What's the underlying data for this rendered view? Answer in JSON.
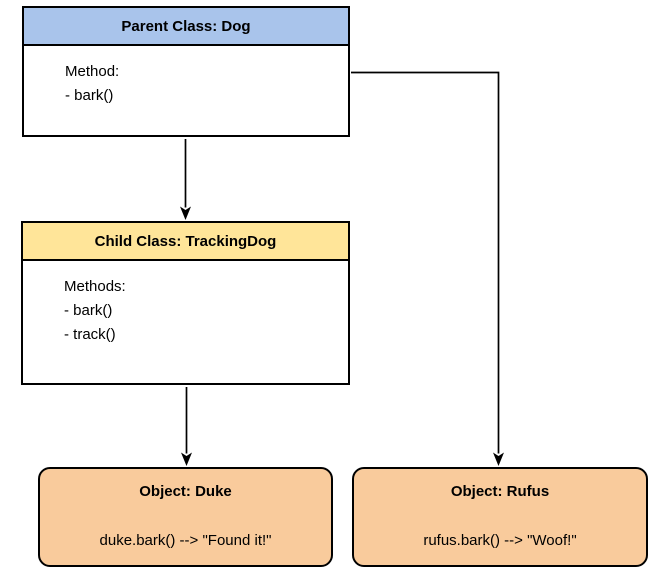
{
  "diagram": {
    "parent_class": {
      "title": "Parent Class: Dog",
      "body_lines": [
        "Method:",
        "- bark()"
      ]
    },
    "child_class": {
      "title": "Child Class: TrackingDog",
      "body_lines": [
        "Methods:",
        "- bark()",
        "- track()"
      ]
    },
    "objects": {
      "duke": {
        "title": "Object: Duke",
        "body": "duke.bark() --> \"Found it!\""
      },
      "rufus": {
        "title": "Object: Rufus",
        "body": "rufus.bark() --> \"Woof!\""
      }
    },
    "relations": [
      "Parent Class: Dog -> Child Class: TrackingDog",
      "Child Class: TrackingDog -> Object: Duke",
      "Parent Class: Dog -> Object: Rufus"
    ]
  },
  "colors": {
    "header_blue": "#A9C4EB",
    "header_yellow": "#FFE599",
    "object_orange": "#F9CB9C",
    "line_black": "#000000"
  }
}
